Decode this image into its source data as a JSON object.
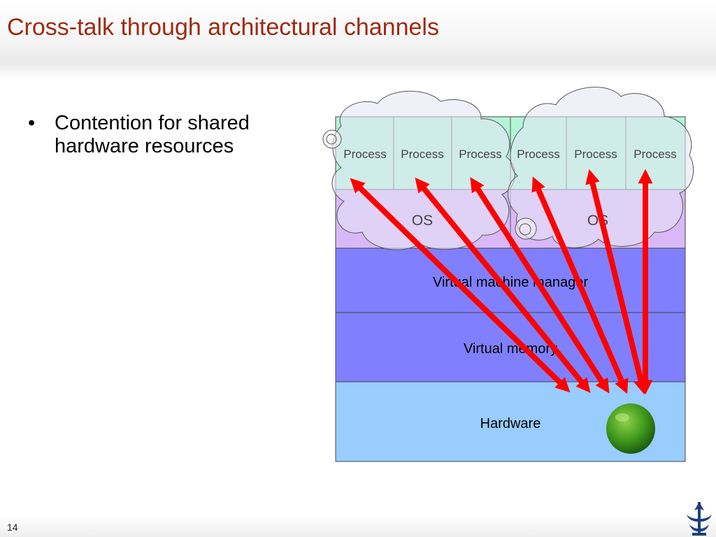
{
  "slide": {
    "title": "Cross-talk through architectural channels",
    "bullets": [
      {
        "marker": "•",
        "text": "Contention for shared hardware resources"
      }
    ],
    "page_number": "14"
  },
  "diagram": {
    "processes": [
      "Process",
      "Process",
      "Process",
      "Process",
      "Process",
      "Process"
    ],
    "os_labels": [
      "OS",
      "OS"
    ],
    "vmm_label": "Virtual machine manager",
    "vm_label": "Virtual memory",
    "hw_label": "Hardware"
  },
  "icons": [
    "cloud-icon",
    "lime-icon",
    "double-headed-arrow-icon",
    "university-logo-icon"
  ],
  "colors": {
    "title": "#9e2a12",
    "process_layer": "#b3f5d8",
    "os_layer": "#d9b8f8",
    "vmm_layer": "#8080ff",
    "vm_layer": "#8080ff",
    "hardware_layer": "#99ccff",
    "arrow": "#ff0000",
    "cloud": "#e6e6f4"
  }
}
